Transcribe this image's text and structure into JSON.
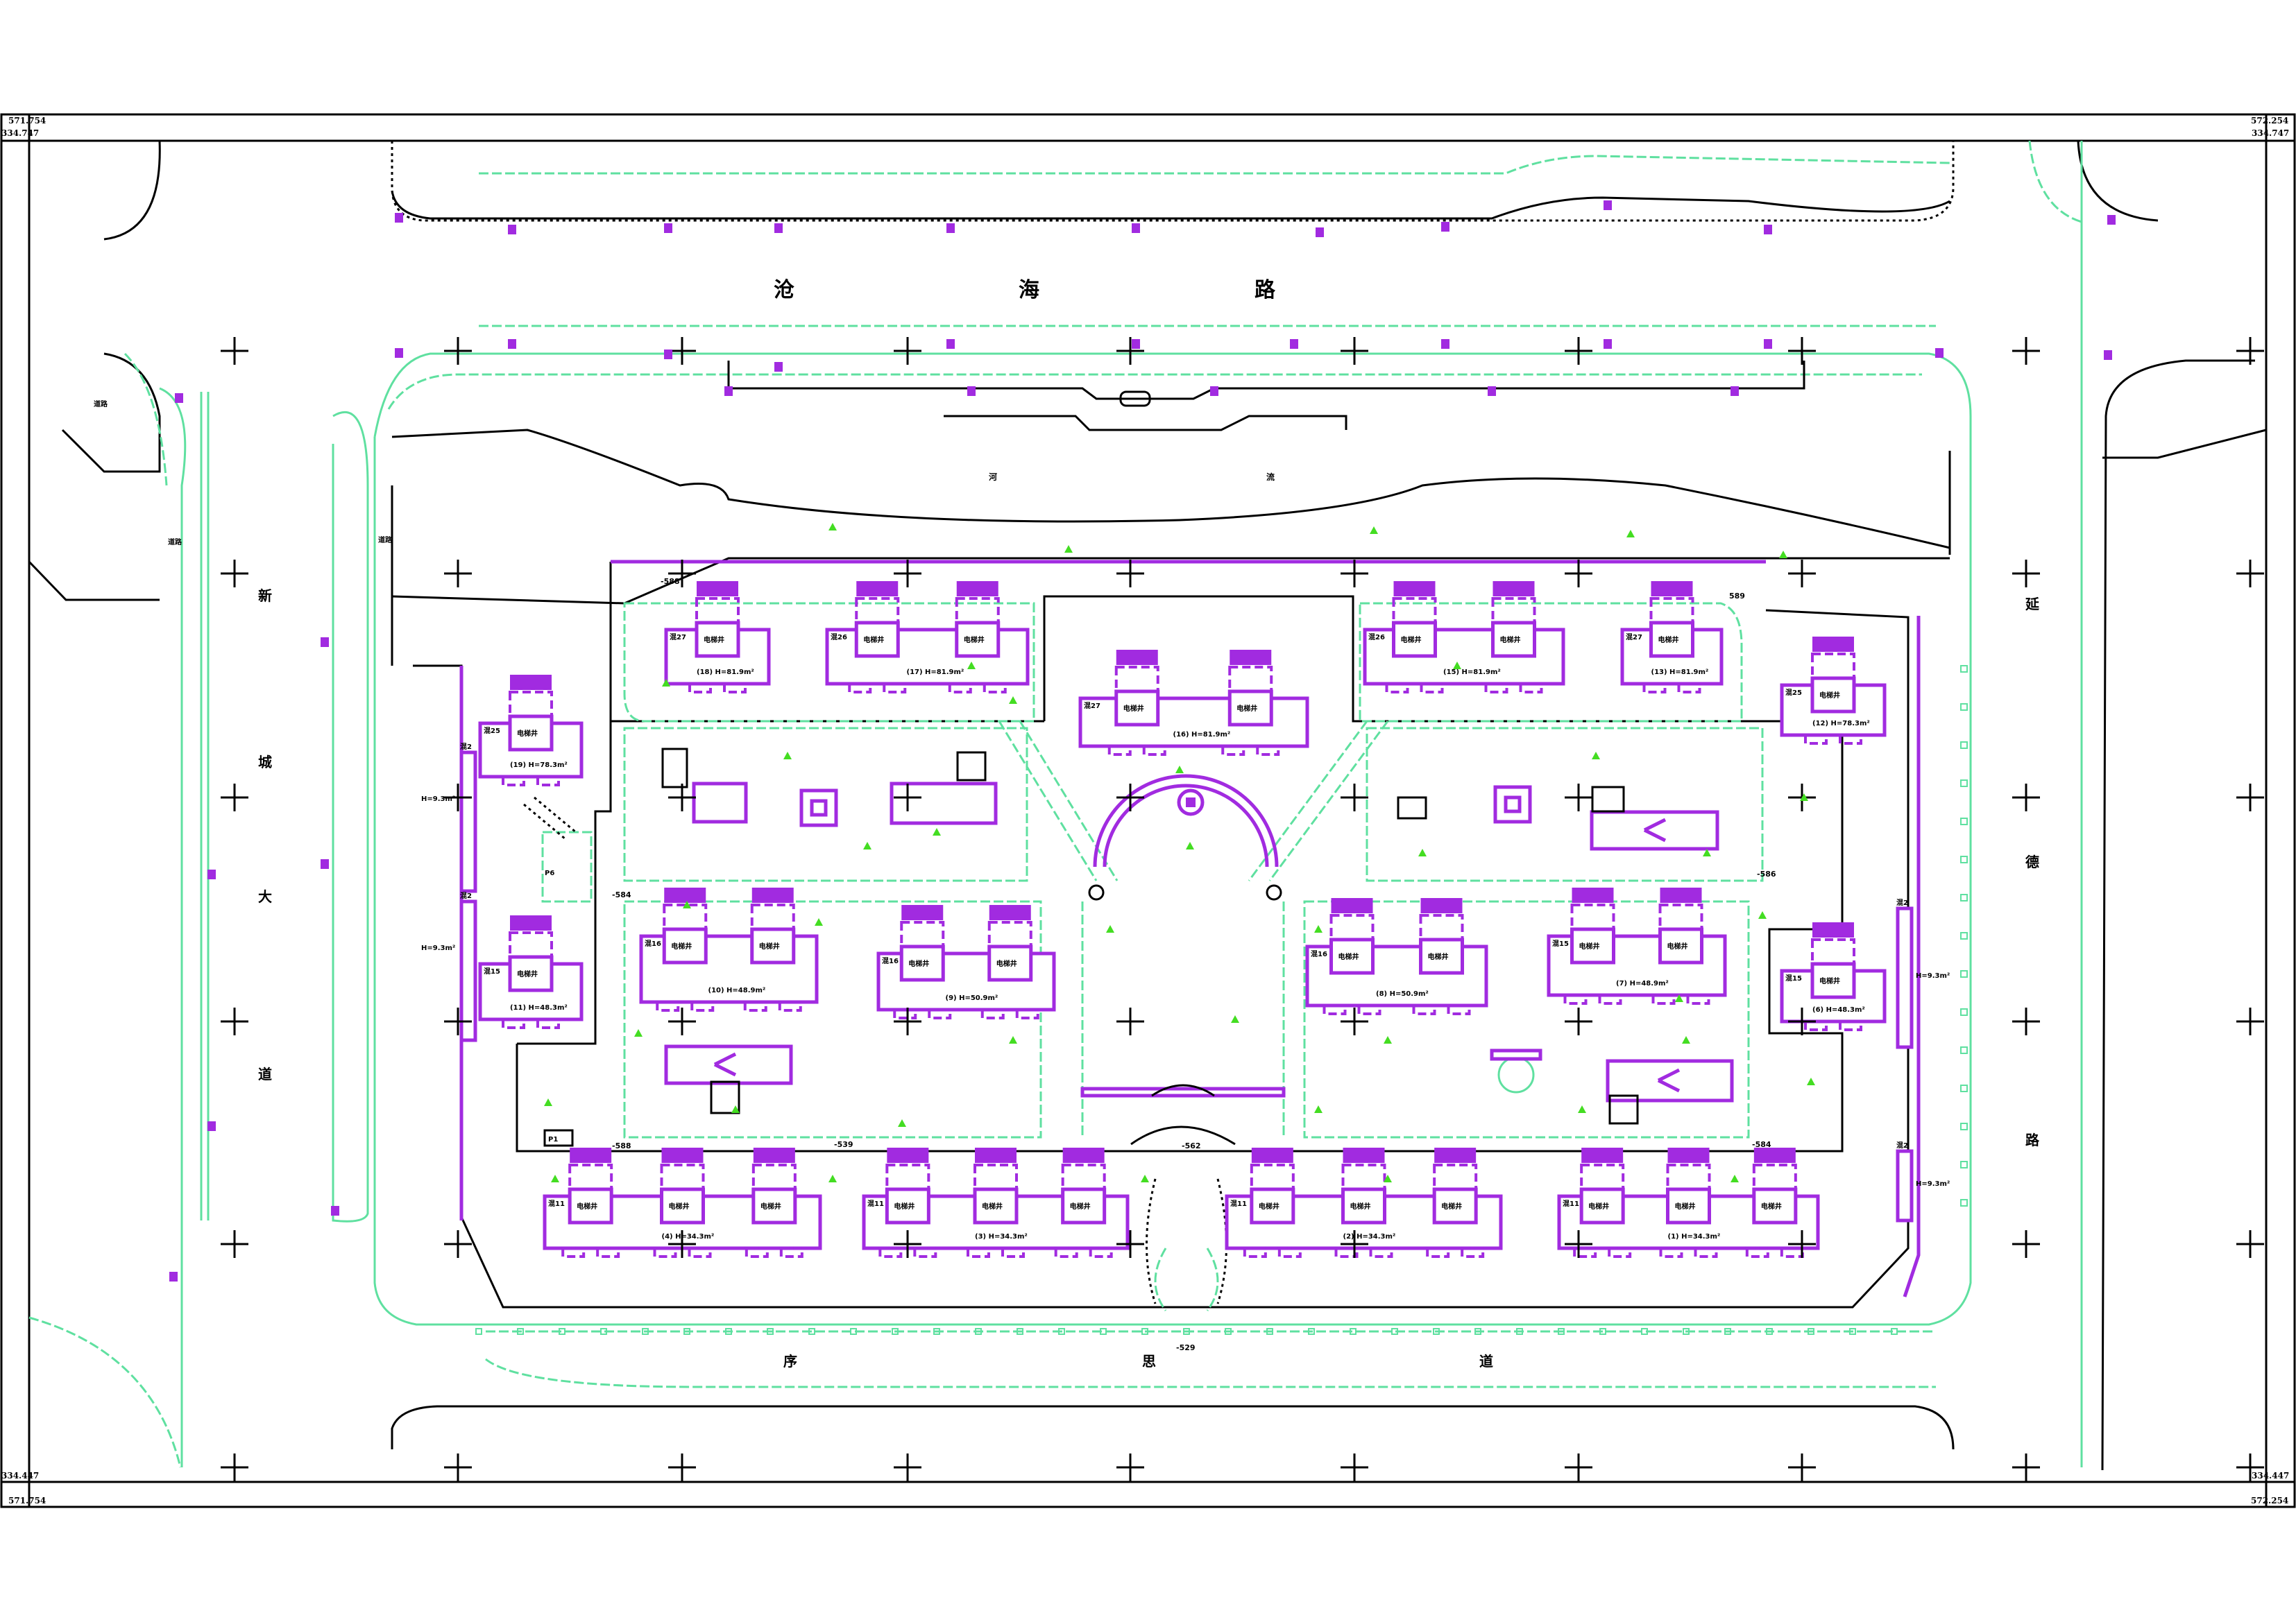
{
  "frame": {
    "corner_top_left": {
      "x": "571.754",
      "y": "334.747"
    },
    "corner_top_right": {
      "x": "572.254",
      "y": "334.747"
    },
    "corner_bottom_left": {
      "x": "571.754",
      "y": "334.447"
    },
    "corner_bottom_right": {
      "x": "572.254",
      "y": "334.447"
    }
  },
  "roads": {
    "north": [
      "沧",
      "海",
      "路"
    ],
    "west": [
      "新",
      "城",
      "大",
      "道"
    ],
    "east": [
      "延",
      "德",
      "路"
    ],
    "south": [
      "序",
      "思",
      "道"
    ],
    "river": [
      "河",
      "流"
    ],
    "side_label": "道路"
  },
  "elevations": [
    "-588",
    "589",
    "-586",
    "-584",
    "-588",
    "-539",
    "-562",
    "-584",
    "-529"
  ],
  "buildings": [
    {
      "name": "混27",
      "core": "电梯井",
      "caption": "(18) H=81.9m²"
    },
    {
      "name": "混26",
      "core": "电梯井",
      "caption": "(17) H=81.9m²"
    },
    {
      "name": "混27",
      "core": "电梯井",
      "caption": "(16) H=81.9m²"
    },
    {
      "name": "混26",
      "core": "电梯井",
      "caption": "(15) H=81.9m²"
    },
    {
      "name": "混27",
      "core": "电梯井",
      "caption": "(13) H=81.9m²"
    },
    {
      "name": "混25",
      "core": "电梯井",
      "caption": "(19) H=78.3m²"
    },
    {
      "name": "混25",
      "core": "电梯井",
      "caption": "(12) H=78.3m²"
    },
    {
      "name": "混15",
      "core": "电梯井",
      "caption": "(11) H=48.3m²"
    },
    {
      "name": "混15",
      "core": "电梯井",
      "caption": "(6) H=48.3m²"
    },
    {
      "name": "混16",
      "core": "电梯井",
      "caption": "(10) H=48.9m²"
    },
    {
      "name": "混16",
      "core": "电梯井",
      "caption": "(9) H=50.9m²"
    },
    {
      "name": "混16",
      "core": "电梯井",
      "caption": "(8) H=50.9m²"
    },
    {
      "name": "混15",
      "core": "电梯井",
      "caption": "(7) H=48.9m²"
    },
    {
      "name": "混11",
      "core": "电梯井",
      "caption": "(4) H=34.3m²"
    },
    {
      "name": "混11",
      "core": "电梯井",
      "caption": "(3) H=34.3m²"
    },
    {
      "name": "混11",
      "core": "电梯井",
      "caption": "(2) H=34.3m²"
    },
    {
      "name": "混11",
      "core": "电梯井",
      "caption": "(1) H=34.3m²"
    }
  ],
  "podiums": [
    {
      "name": "混2",
      "caption": "H=9.3m²"
    },
    {
      "name": "混2",
      "caption": "H=9.3m²"
    },
    {
      "name": "混2",
      "caption": "H=9.3m²"
    },
    {
      "name": "混2",
      "caption": "H=9.3m²"
    }
  ],
  "parking_label": "P6",
  "bike_label": "P1",
  "colors": {
    "building": "#a12be0",
    "green": "#5fe0a0",
    "tree": "#44dd22",
    "line": "#000000"
  }
}
